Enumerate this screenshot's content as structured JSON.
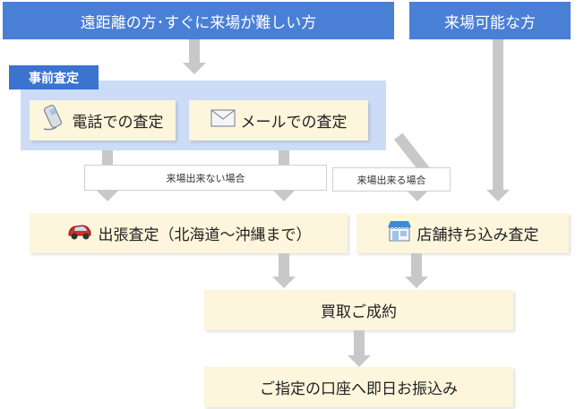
{
  "headers": {
    "remote": "遠距離の方･すぐに来場が難しい方",
    "visit": "来場可能な方"
  },
  "prior_appraisal": {
    "tag": "事前査定",
    "phone": "電話での査定",
    "mail": "メールでの査定"
  },
  "notes": {
    "cannot_visit": "来場出来ない場合",
    "can_visit": "来場出来る場合"
  },
  "steps": {
    "on_site": "出張査定（北海道〜沖縄まで）",
    "store": "店舗持ち込み査定",
    "purchase": "買取ご成約",
    "transfer": "ご指定の口座へ即日お振込み"
  },
  "icons": {
    "phone": "phone-icon",
    "mail": "envelope-icon",
    "car": "car-icon",
    "store": "store-icon"
  },
  "colors": {
    "header_blue": "#4a7fd6",
    "region_blue": "#ccdcf6",
    "box_cream": "#fdf5dc",
    "arrow_gray": "#c8c8c8"
  }
}
